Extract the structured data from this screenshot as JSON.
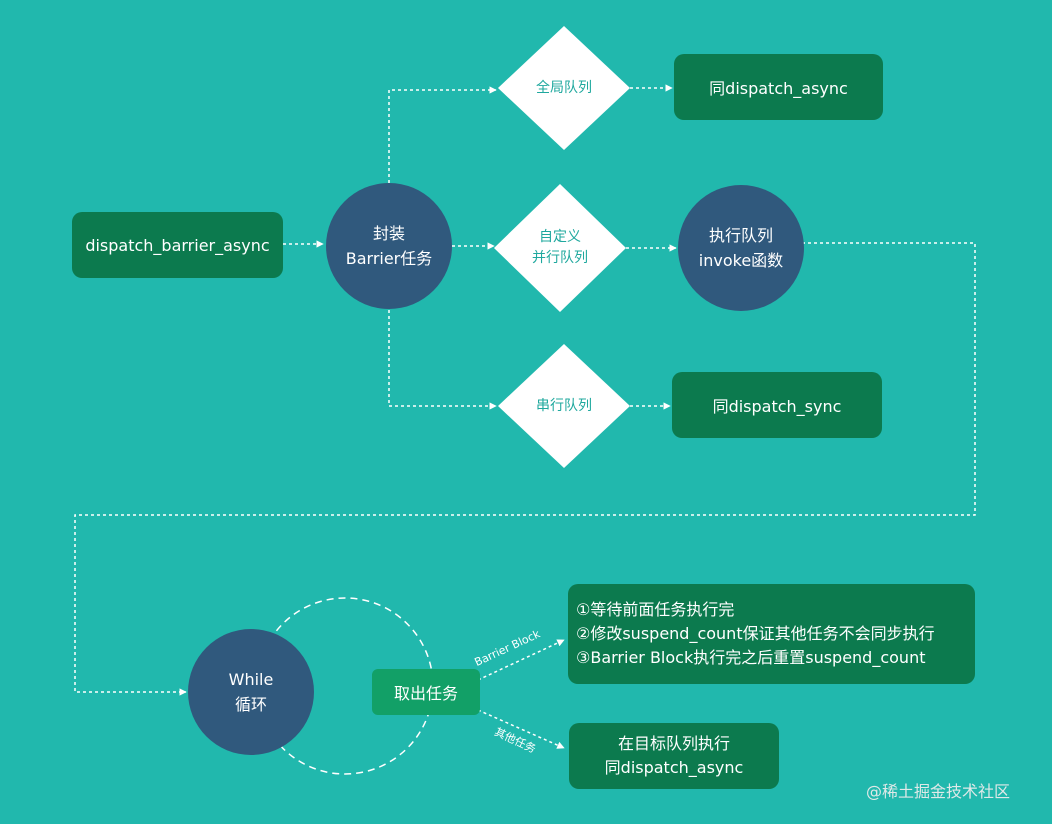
{
  "nodes": {
    "start": "dispatch_barrier_async",
    "wrap": [
      "封装",
      "Barrier任务"
    ],
    "global_queue": "全局队列",
    "custom_queue": [
      "自定义",
      "并行队列"
    ],
    "serial_queue": "串行队列",
    "same_async": "同dispatch_async",
    "same_sync": "同dispatch_sync",
    "exec_queue": [
      "执行队列",
      "invoke函数"
    ],
    "while_loop": [
      "While",
      "循环"
    ],
    "take_task": "取出任务",
    "barrier_steps": [
      "①等待前面任务执行完",
      "②修改suspend_count保证其他任务不会同步执行",
      "③Barrier Block执行完之后重置suspend_count"
    ],
    "other_exec": [
      "在目标队列执行",
      "同dispatch_async"
    ]
  },
  "edge_labels": {
    "barrier_block": "Barrier Block",
    "other_tasks": "其他任务"
  },
  "watermark": "@稀土掘金技术社区",
  "colors": {
    "background": "#21b8ad",
    "box": "#0c7a4e",
    "pick_box": "#12a067",
    "circle": "#30597d",
    "diamond": "#ffffff",
    "diamond_text": "#1fa89e"
  }
}
